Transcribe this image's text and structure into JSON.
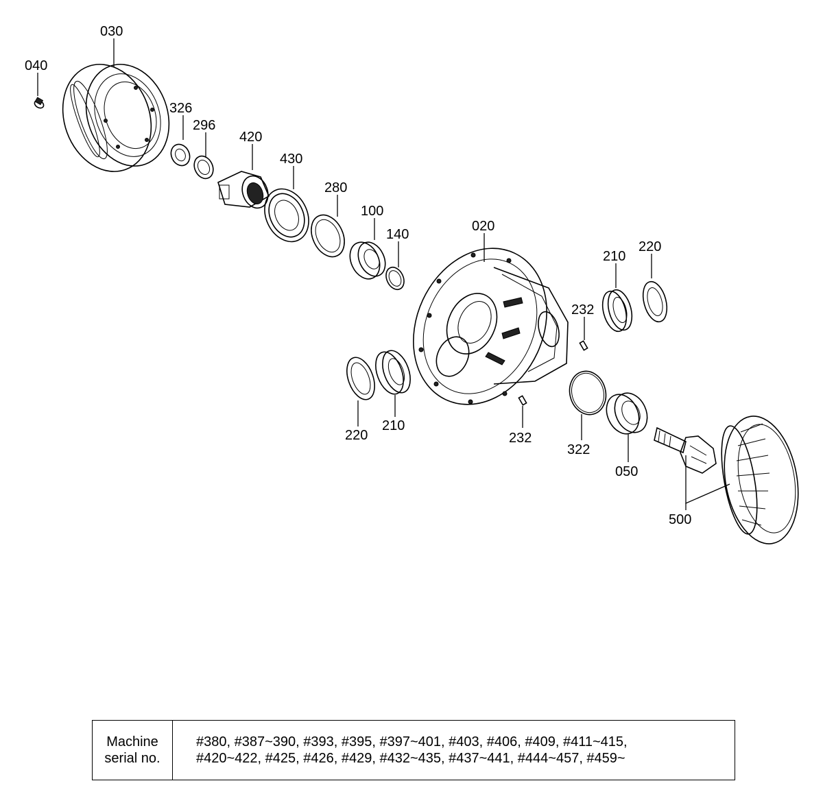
{
  "labels": {
    "p030": "030",
    "p040": "040",
    "p326": "326",
    "p296": "296",
    "p420": "420",
    "p430": "430",
    "p280": "280",
    "p100": "100",
    "p140": "140",
    "p020": "020",
    "p210_right": "210",
    "p220_right": "220",
    "p232_upper": "232",
    "p220_left": "220",
    "p210_left": "210",
    "p232_lower": "232",
    "p322": "322",
    "p050": "050",
    "p500": "500"
  },
  "serial_table": {
    "header_line1": "Machine",
    "header_line2": "serial no.",
    "values_line1": "#380, #387~390, #393, #395, #397~401, #403, #406, #409, #411~415,",
    "values_line2": "#420~422, #425, #426, #429, #432~435, #437~441, #444~457, #459~"
  }
}
